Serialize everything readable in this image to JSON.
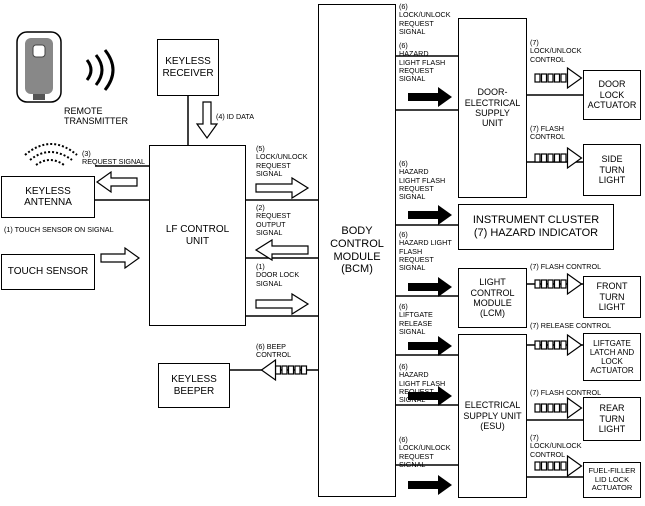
{
  "blocks": {
    "keyless_receiver": "KEYLESS\nRECEIVER",
    "remote_transmitter": "REMOTE\nTRANSMITTER",
    "keyless_antenna": "KEYLESS\nANTENNA",
    "touch_sensor": "TOUCH SENSOR",
    "lf_control_unit": "LF CONTROL\nUNIT",
    "keyless_beeper": "KEYLESS\nBEEPER",
    "bcm": "BODY\nCONTROL\nMODULE\n(BCM)",
    "door_esu": "DOOR-\nELECTRICAL\nSUPPLY\nUNIT",
    "instrument_cluster": "INSTRUMENT CLUSTER\n(7) HAZARD INDICATOR",
    "lcm": "LIGHT\nCONTROL\nMODULE\n(LCM)",
    "esu": "ELECTRICAL\nSUPPLY UNIT\n(ESU)",
    "door_lock_actuator": "DOOR\nLOCK\nACTUATOR",
    "side_turn_light": "SIDE\nTURN\nLIGHT",
    "front_turn_light": "FRONT\nTURN\nLIGHT",
    "liftgate_actuator": "LIFTGATE\nLATCH AND\nLOCK\nACTUATOR",
    "rear_turn_light": "REAR\nTURN\nLIGHT",
    "fuel_filler_actuator": "FUEL-FILLER\nLID LOCK\nACTUATOR"
  },
  "signals": {
    "id_data": "(4) ID DATA",
    "request_signal": "(3)\nREQUEST SIGNAL",
    "touch_sensor_on": "(1) TOUCH SENSOR ON SIGNAL",
    "lock_unlock_req_lf": "(5)\nLOCK/UNLOCK\nREQUEST\nSIGNAL",
    "request_output": "(2)\nREQUEST\nOUTPUT\nSIGNAL",
    "door_lock_signal": "(1)\nDOOR LOCK\nSIGNAL",
    "beep_control": "(6) BEEP\nCONTROL",
    "bcm_lock_unlock_top": "(6)\nLOCK/UNLOCK\nREQUEST\nSIGNAL",
    "bcm_hazard_1": "(6)\nHAZARD\nLIGHT FLASH\nREQUEST\nSIGNAL",
    "bcm_hazard_2": "(6)\nHAZARD\nLIGHT FLASH\nREQUEST\nSIGNAL",
    "bcm_hazard_3": "(6)\nHAZARD LIGHT\nFLASH\nREQUEST\nSIGNAL",
    "bcm_liftgate": "(6)\nLIFTGATE\nRELEASE\nSIGNAL",
    "bcm_hazard_4": "(6)\nHAZARD\nLIGHT FLASH\nREQUEST\nSIGNAL",
    "bcm_lock_unlock_bottom": "(6)\nLOCK/UNLOCK\nREQUEST\nSIGNAL",
    "lock_unlock_control_door": "(7)\nLOCK/UNLOCK\nCONTROL",
    "flash_control_side": "(7) FLASH\nCONTROL",
    "flash_control_front": "(7) FLASH CONTROL",
    "release_control": "(7) RELEASE CONTROL",
    "flash_control_rear": "(7) FLASH CONTROL",
    "lock_unlock_control_fuel": "(7)\nLOCK/UNLOCK\nCONTROL"
  }
}
